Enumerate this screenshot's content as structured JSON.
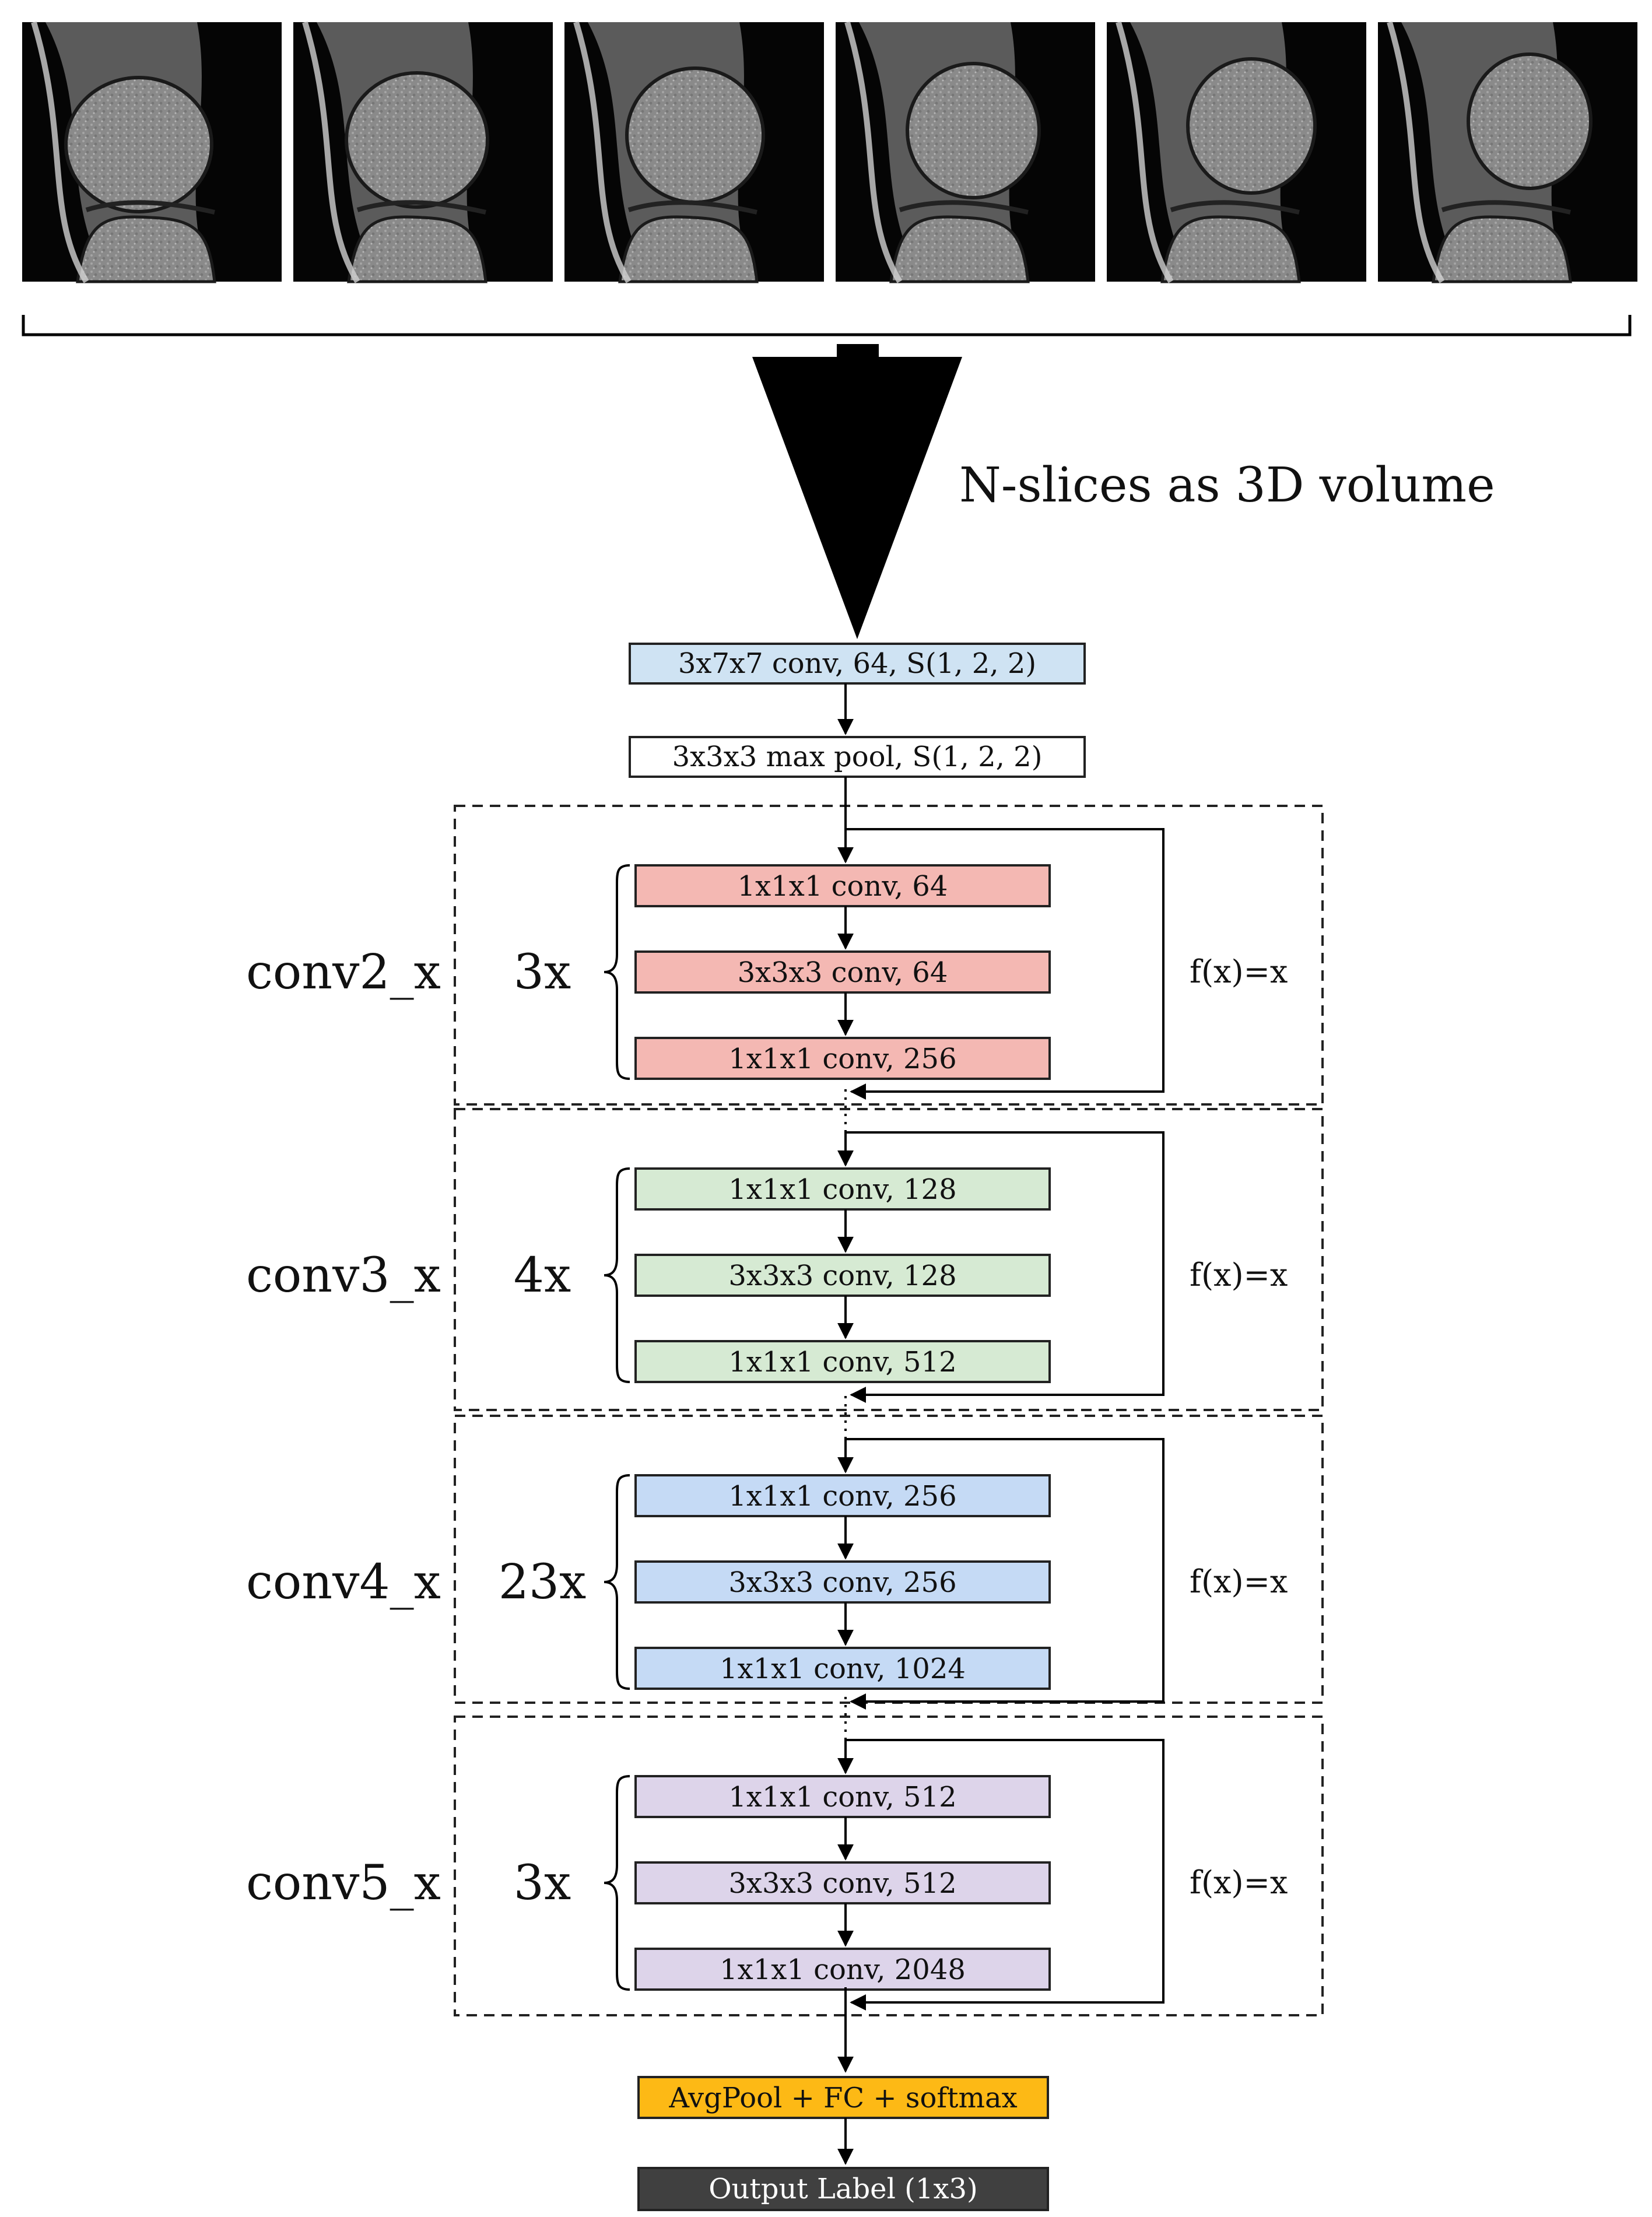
{
  "input": {
    "slices_count": 6,
    "caption": "N-slices as 3D volume"
  },
  "stem": {
    "conv_label": "3x7x7 conv, 64, S(1, 2, 2)",
    "pool_label": "3x3x3 max pool,  S(1, 2, 2)",
    "conv_color": "#cfe3f3"
  },
  "stages": [
    {
      "name": "conv2_x",
      "repeat": "3x",
      "skip": "f(x)=x",
      "color": "#f4b8b3",
      "layers": [
        "1x1x1 conv, 64",
        "3x3x3 conv, 64",
        "1x1x1 conv, 256"
      ]
    },
    {
      "name": "conv3_x",
      "repeat": "4x",
      "skip": "f(x)=x",
      "color": "#d6ead3",
      "layers": [
        "1x1x1 conv, 128",
        "3x3x3 conv, 128",
        "1x1x1 conv, 512"
      ]
    },
    {
      "name": "conv4_x",
      "repeat": "23x",
      "skip": "f(x)=x",
      "color": "#c5daf5",
      "layers": [
        "1x1x1 conv, 256",
        "3x3x3 conv, 256",
        "1x1x1 conv, 1024"
      ]
    },
    {
      "name": "conv5_x",
      "repeat": "3x",
      "skip": "f(x)=x",
      "color": "#ddd4ea",
      "layers": [
        "1x1x1 conv, 512",
        "3x3x3 conv, 512",
        "1x1x1 conv, 2048"
      ]
    }
  ],
  "head": {
    "label": "AvgPool + FC + softmax",
    "color": "#fdb915"
  },
  "output": {
    "label": "Output Label (1x3)",
    "color": "#404040"
  }
}
